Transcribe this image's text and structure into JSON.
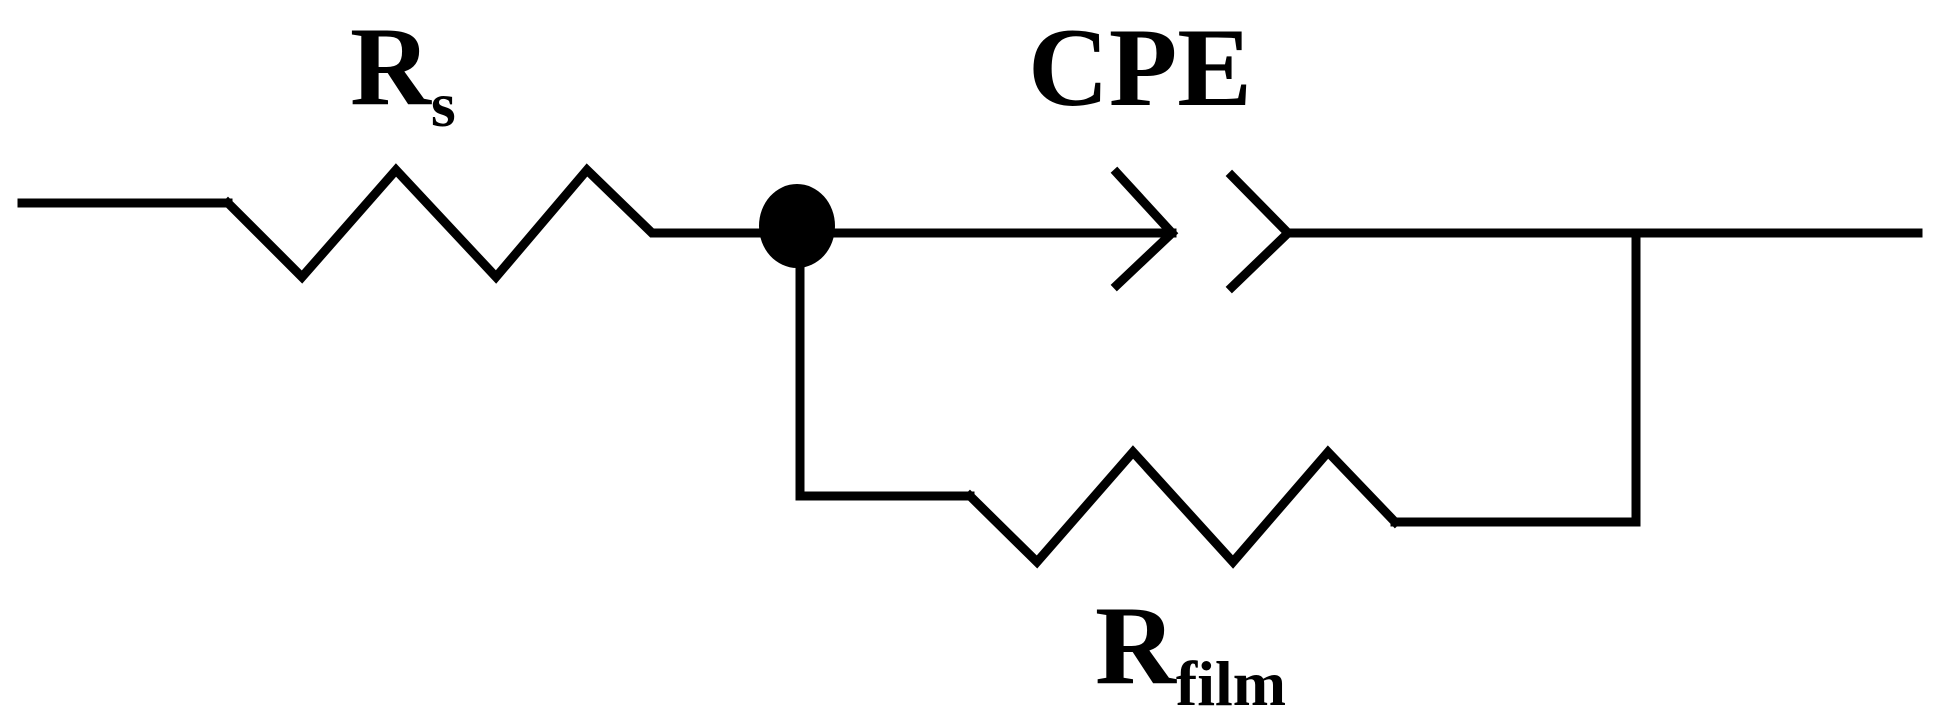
{
  "diagram": {
    "labels": {
      "rs_main": "R",
      "rs_sub": "s",
      "cpe": "CPE",
      "rfilm_main": "R",
      "rfilm_sub": "film"
    },
    "colors": {
      "line": "#000000",
      "background": "#ffffff"
    }
  }
}
